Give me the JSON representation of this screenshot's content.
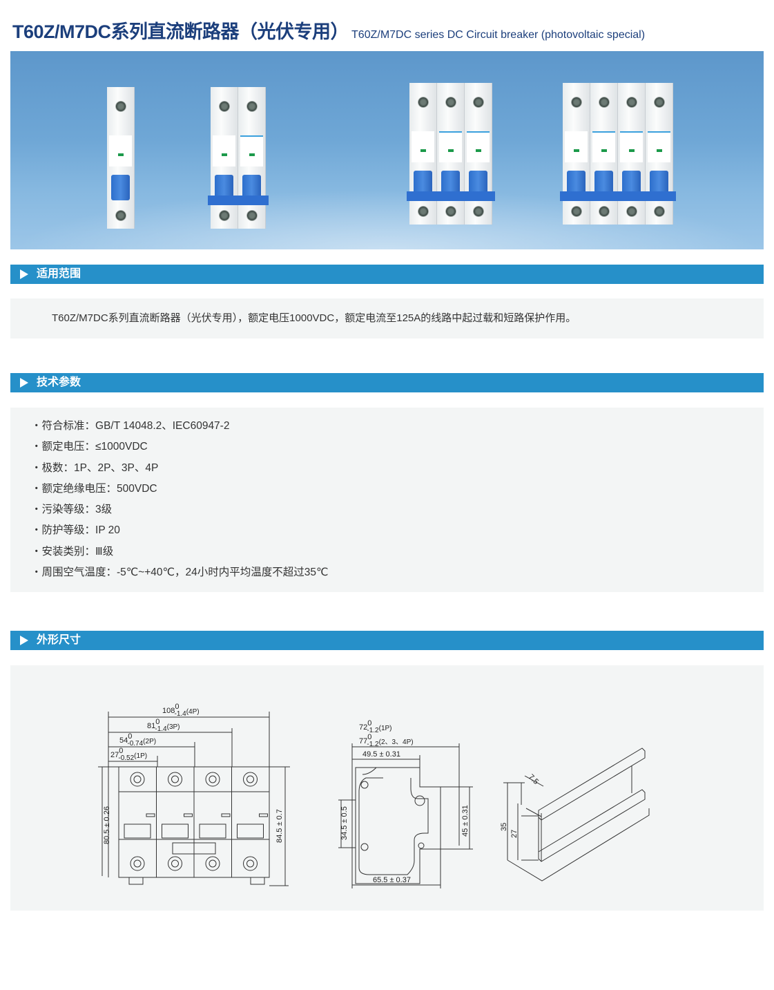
{
  "header": {
    "title_cn": "T60Z/M7DC系列直流断路器（光伏专用）",
    "title_en": "T60Z/M7DC series DC Circuit breaker (photovoltaic special)"
  },
  "banner": {
    "products": [
      {
        "poles": 1
      },
      {
        "poles": 2
      },
      {
        "poles": 3
      },
      {
        "poles": 4
      }
    ]
  },
  "sections": {
    "scope": {
      "title": "适用范围",
      "text": "T60Z/M7DC系列直流断路器（光伏专用），额定电压1000VDC，额定电流至125A的线路中起过载和短路保护作用。"
    },
    "params": {
      "title": "技术参数",
      "items": [
        "符合标准：GB/T 14048.2、IEC60947-2",
        "额定电压：≤1000VDC",
        "极数：1P、2P、3P、4P",
        "额定绝缘电压：500VDC",
        "污染等级：3级",
        "防护等级：IP 20",
        "安装类别：Ⅲ级",
        "周围空气温度：-5℃~+40℃，24小时内平均温度不超过35℃"
      ]
    },
    "dims": {
      "title": "外形尺寸",
      "front": {
        "w4": {
          "v": "108",
          "sup": "0",
          "sub": "-1.4",
          "s": "(4P)"
        },
        "w3": {
          "v": "81",
          "sup": "0",
          "sub": "-1.4",
          "s": "(3P)"
        },
        "w2": {
          "v": "54",
          "sup": "0",
          "sub": "-0.74",
          "s": "(2P)"
        },
        "w1": {
          "v": "27",
          "sup": "0",
          "sub": "-0.52",
          "s": "(1P)"
        },
        "h_left": "80.5 ± 0.26",
        "h_right": "84.5 ± 0.7"
      },
      "side": {
        "d1": {
          "v": "72",
          "sup": "0",
          "sub": "-1.2",
          "s": "(1P)"
        },
        "d2": {
          "v": "77",
          "sup": "0",
          "sub": "-1.2",
          "s": "(2、3、4P)"
        },
        "top": "49.5 ± 0.31",
        "bottom": "65.5 ± 0.37",
        "left": "34.5 ± 0.5",
        "right": "45 ± 0.31"
      },
      "rail": {
        "w": "7.5",
        "h1": "35",
        "h2": "27"
      }
    }
  }
}
